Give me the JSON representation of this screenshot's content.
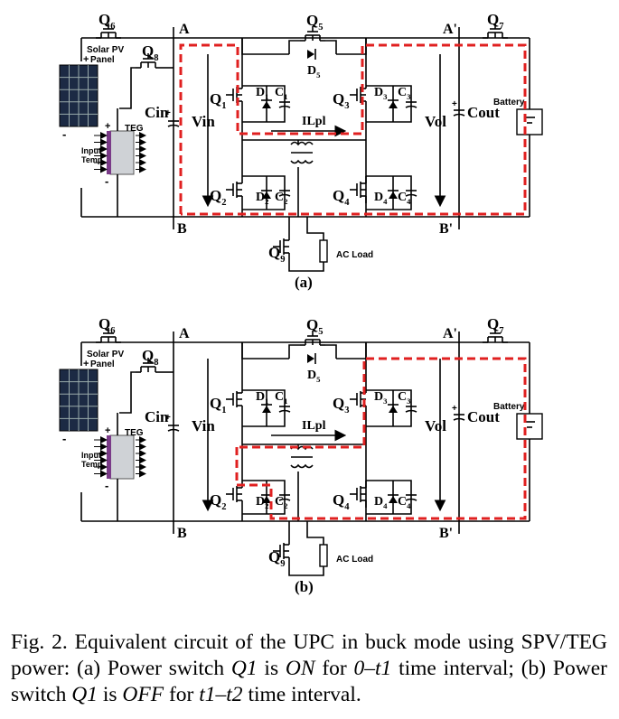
{
  "panels": [
    {
      "id": "a",
      "sublabel": "(a)",
      "labels": {
        "q6": "Q6",
        "q8": "Q8",
        "q5": "Q5",
        "q7": "Q7",
        "d5": "D5",
        "q1": "Q1",
        "q2": "Q2",
        "q3": "Q3",
        "q4": "Q4",
        "q9": "Q9",
        "d1": "D1",
        "c1": "C1",
        "d2": "D2",
        "c2": "C2",
        "d3": "D3",
        "c3": "C3",
        "d4": "D4",
        "c4": "C4",
        "solar": "Solar PV",
        "panel": "Panel",
        "teg": "TEG",
        "input": "Input",
        "temp": "Temp",
        "cin": "Cin",
        "vin": "Vin",
        "ilpl": "ILpl",
        "vol": "Vol",
        "cout": "Cout",
        "battery": "Battery",
        "acload": "AC Load",
        "node_a": "A",
        "node_a2": "A'",
        "node_b": "B",
        "node_b2": "B'"
      }
    },
    {
      "id": "b",
      "sublabel": "(b)",
      "labels": {
        "q6": "Q6",
        "q8": "Q8",
        "q5": "Q5",
        "q7": "Q7",
        "d5": "D5",
        "q1": "Q1",
        "q2": "Q2",
        "q3": "Q3",
        "q4": "Q4",
        "q9": "Q9",
        "d1": "D1",
        "c1": "C1",
        "d2": "D2",
        "c2": "C2",
        "d3": "D3",
        "c3": "C3",
        "d4": "D4",
        "c4": "C4",
        "solar": "Solar PV",
        "panel": "Panel",
        "teg": "TEG",
        "input": "Input",
        "temp": "Temp",
        "cin": "Cin",
        "vin": "Vin",
        "ilpl": "ILpl",
        "vol": "Vol",
        "cout": "Cout",
        "battery": "Battery",
        "acload": "AC Load",
        "node_a": "A",
        "node_a2": "A'",
        "node_b": "B",
        "node_b2": "B'"
      }
    }
  ],
  "caption": {
    "prefix": "Fig. 2. Equivalent circuit of the UPC in buck mode using SPV/TEG power: (a) Power switch ",
    "q1_on": "Q1",
    "is1": " is ",
    "on": "ON",
    "for1": " for ",
    "t1": "0–t1",
    "mid": " time interval; (b) Power switch ",
    "q1_off": "Q1",
    "is2": " is ",
    "off": "OFF",
    "for2": " for ",
    "t2": "t1–t2",
    "end": " time interval."
  },
  "colors": {
    "current_path": "#e02020",
    "wire": "#000000",
    "background": "#ffffff"
  }
}
